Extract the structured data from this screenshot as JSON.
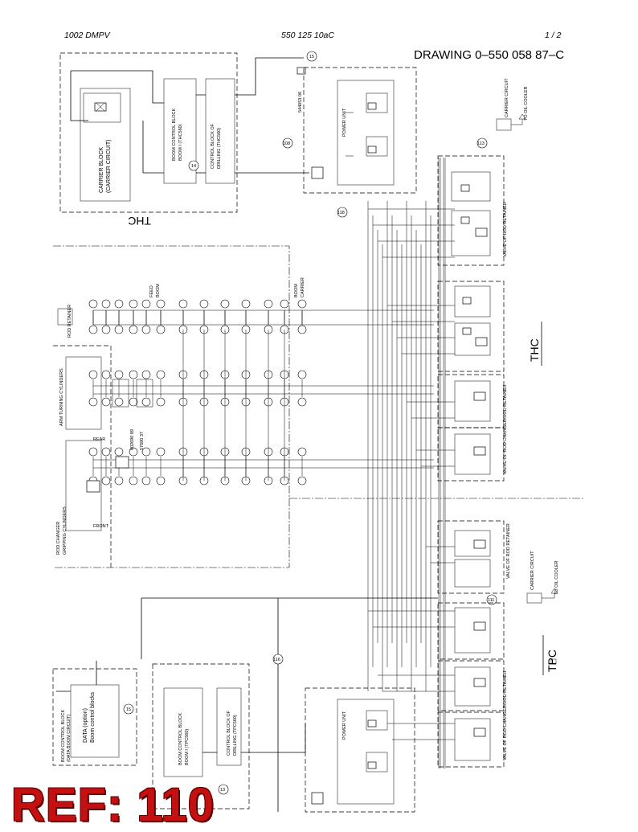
{
  "header": {
    "left": "1002  DMPV",
    "middle": "550 125 10aC",
    "right": "1 /  2"
  },
  "drawing_number": "DRAWING 0–550 058 87–C",
  "stamp": "REF: 110",
  "labels": {
    "thc_top": "THC",
    "thc_right": "THC",
    "tpc_right": "TPC",
    "carrier_block": "CARRIER BLOCK",
    "carrier_circuit": "(CARRIER CIRCUIT)",
    "boom_control_block_thc": "BOOM CONTROL BLOCK",
    "boom_thc": "BOOM I (THC560)",
    "control_block_drilling_thc": "CONTROL BLOCK OF",
    "drilling_thc": "DRILLING (THC560)",
    "power_unit": "POWER UNIT",
    "rod_retainer": "ROD RETAINER",
    "feed": "FEED",
    "boom": "BOOM",
    "boom2": "BOOM",
    "carrier": "CARRIER",
    "arm_turning": "ARM TURNING CYLINDERS",
    "rod_changer": "ROD CHANGER",
    "gripping_cylinders": "GRIPPING CYLINDERS",
    "rear": "REAR",
    "front": "FRONT",
    "valve_rod_retainer": "VALVE OF ROD RETAINER",
    "valve_rod_changer": "VALVE OF ROD CHANGER/ROD RETAINER",
    "to_oil_cooler": "TO OIL COOLER",
    "carrier_circuit_tank": "CARRIER CIRCUIT",
    "data_option": "DATA (option)",
    "boom_control_blocks": "Boom control blocks",
    "boom_control_block_data": "BOOM CONTROL BLOCK",
    "data_boom_circuit": "(DATA BOOM CIRCUIT)",
    "boom_tpc": "BOOM I (TPC560)",
    "drilling_tpc": "DRILLING (TPC560)"
  },
  "callouts": {
    "c15_top": "15",
    "c14": "14",
    "c108": "108",
    "c118": "118",
    "c113": "113",
    "c111": "111",
    "c116": "116",
    "c15_mid": "15",
    "c13": "13"
  },
  "part_numbers": {
    "p1": "544053 06",
    "p2": "602690 89",
    "p3": "57680 37"
  }
}
